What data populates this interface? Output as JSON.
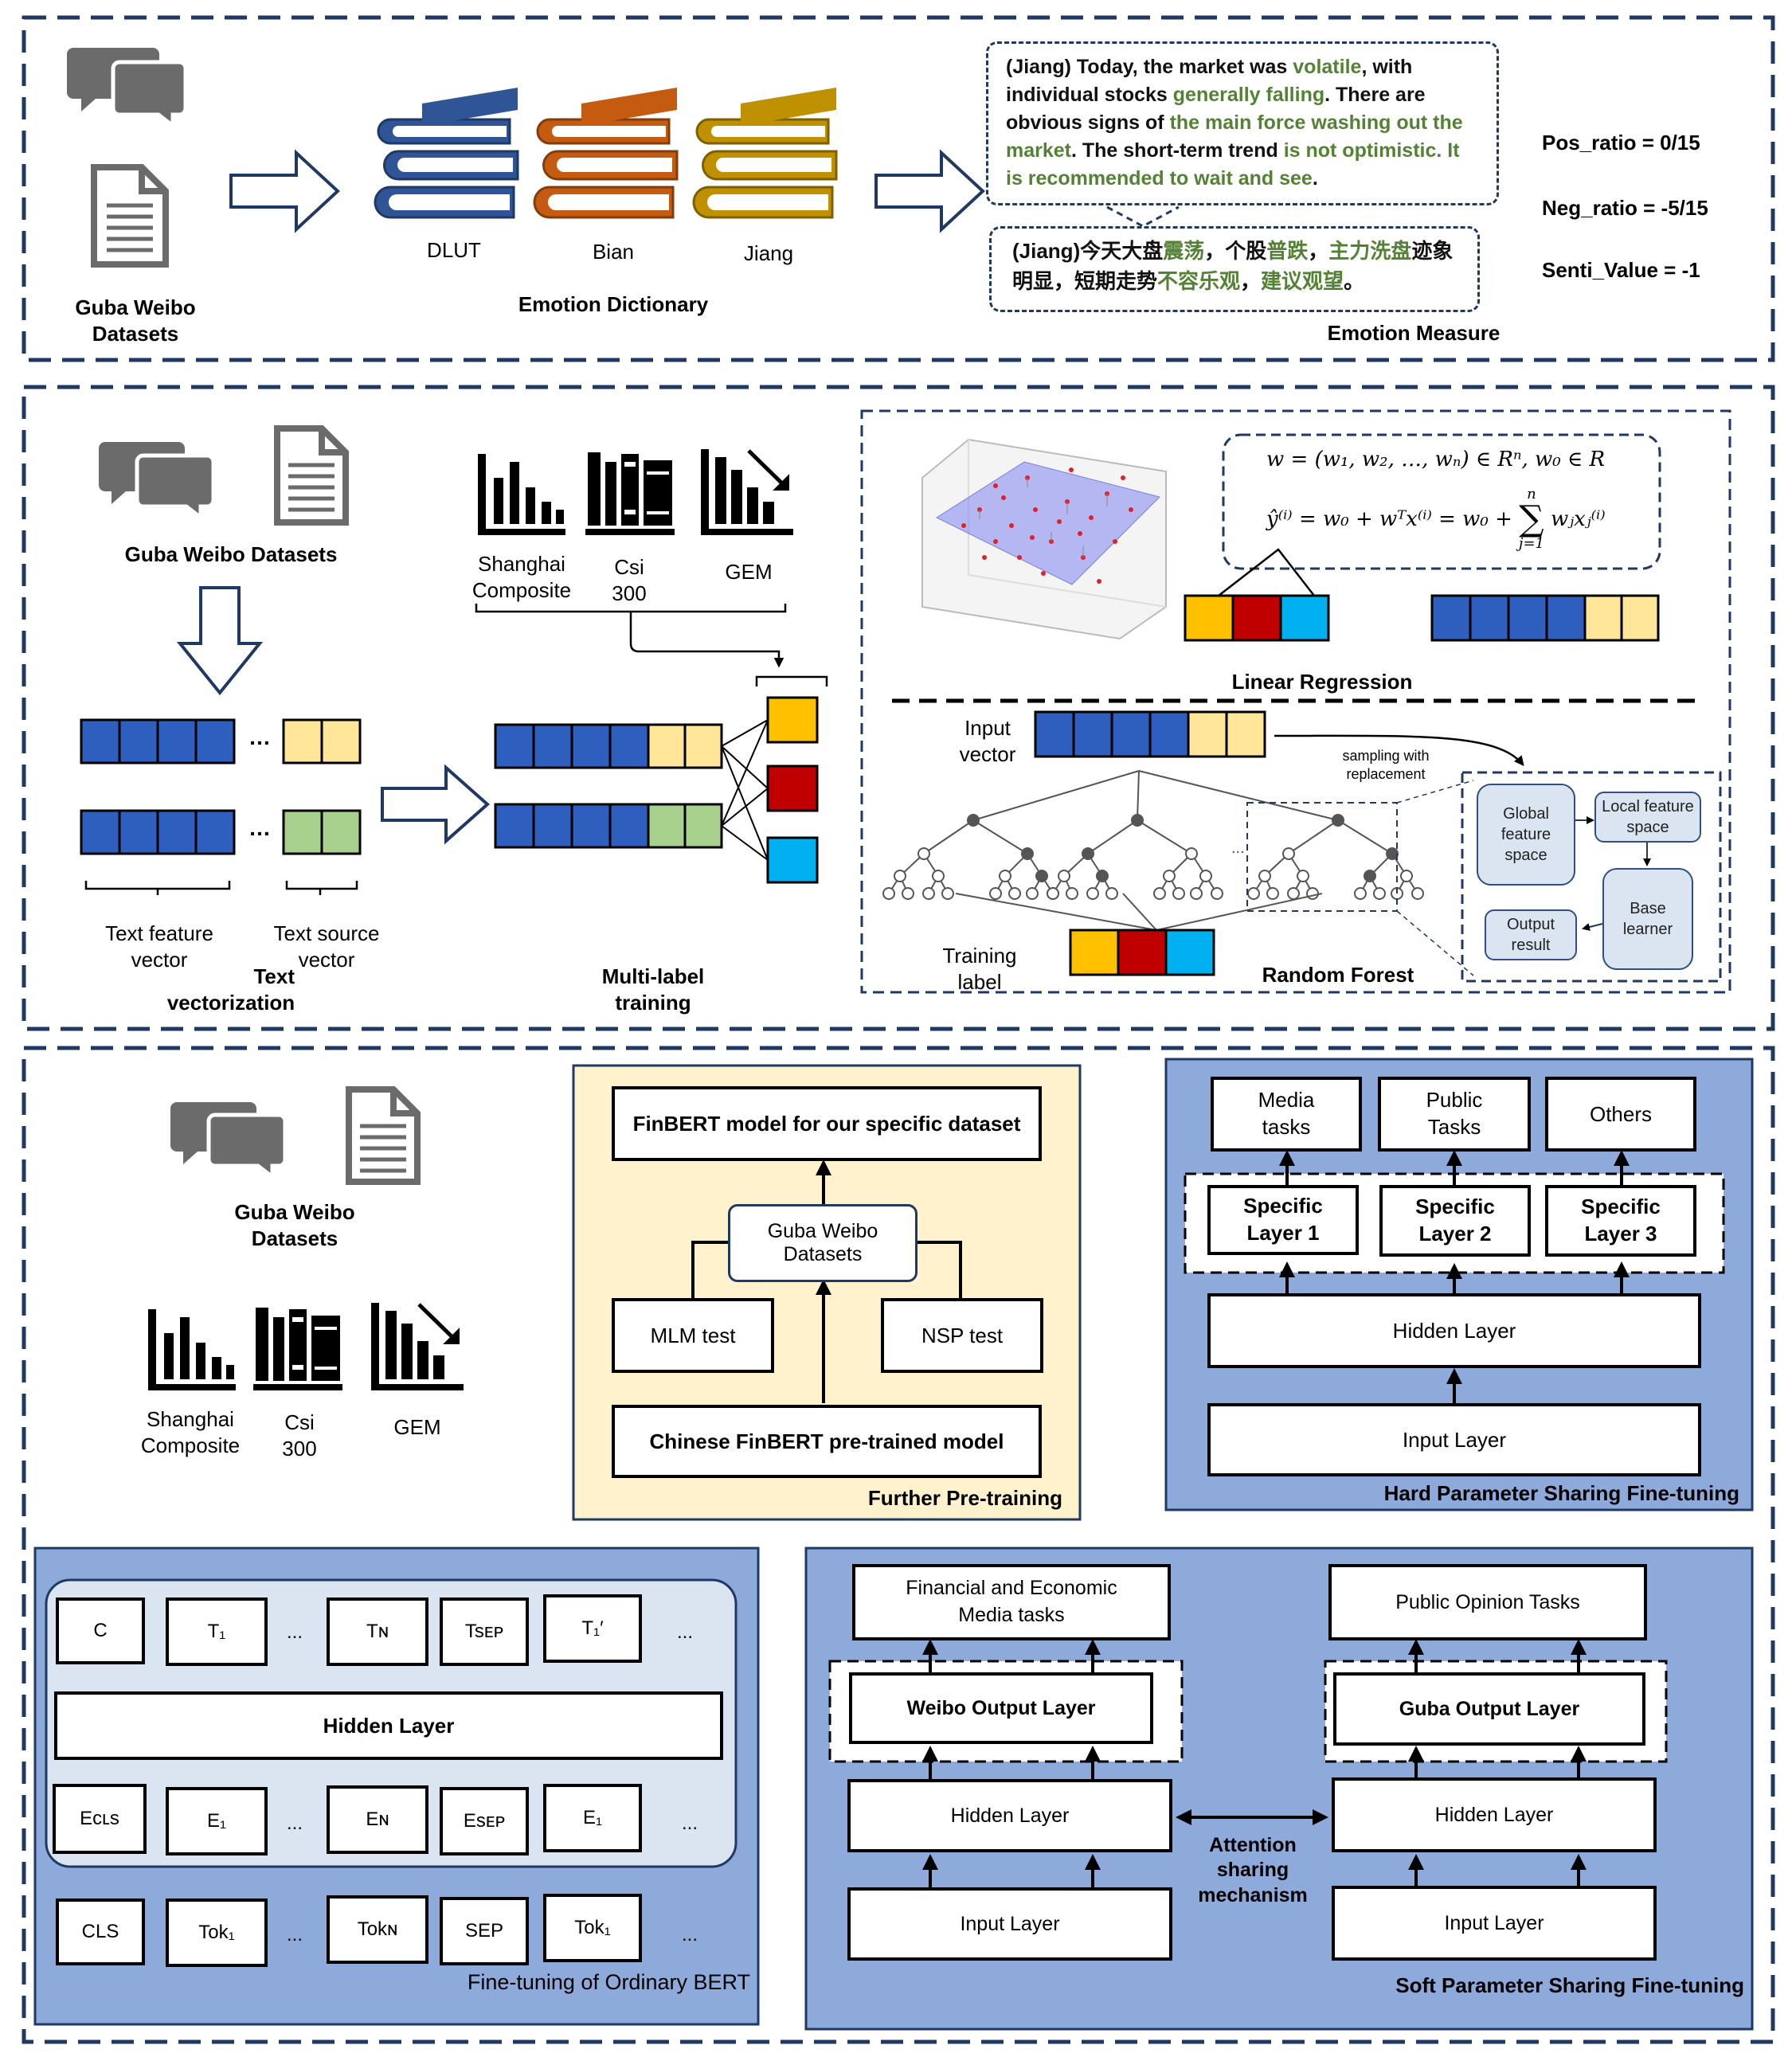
{
  "colors": {
    "frame": "#1f3864",
    "blue_cell": "#2e5fbf",
    "yellow_cell": "#ffe699",
    "green_cell": "#a9d18e",
    "orange_label": "#ffc000",
    "red_label": "#c00000",
    "cyan_label": "#00b0f0",
    "panel_blue": "#8eaadb",
    "panel_yellow": "#fff2cc",
    "accent_green": "#548235"
  },
  "section1": {
    "datasets_label_line1": "Guba Weibo",
    "datasets_label_line2": "Datasets",
    "dict_names": [
      "DLUT",
      "Bian",
      "Jiang"
    ],
    "dict_title": "Emotion Dictionary",
    "english_quote": {
      "p1": "(Jiang) Today, the market was ",
      "g1": "volatile",
      "p2": ", with individual stocks ",
      "g2": "generally falling",
      "p3": ". There are obvious signs of ",
      "g3": "the main force washing out the market",
      "p4": ". The short-term trend ",
      "g4": "is not optimistic. It is recommended to wait and see",
      "p5": "."
    },
    "chinese_quote": {
      "p1": "(Jiang)今天大盘",
      "g1": "震荡",
      "p2": "，个股",
      "g2": "普跌",
      "p3": "，",
      "g3": "主力洗盘",
      "p4": "迹象明显，短期走势",
      "g4": "不容乐观",
      "p5": "，",
      "g5": "建议观望",
      "p6": "。"
    },
    "measure_title": "Emotion Measure",
    "pos_ratio": "Pos_ratio = 0/15",
    "neg_ratio": "Neg_ratio = -5/15",
    "senti_value": "Senti_Value = -1"
  },
  "section2": {
    "datasets_label": "Guba Weibo Datasets",
    "index_labels": [
      {
        "l1": "Shanghai",
        "l2": "Composite"
      },
      {
        "l1": "Csi",
        "l2": "300"
      },
      {
        "l1": "GEM",
        "l2": ""
      }
    ],
    "ellipsis": "…",
    "text_feature_l1": "Text feature",
    "text_feature_l2": "vector",
    "text_source_l1": "Text source",
    "text_source_l2": "vector",
    "text_vectorization_l1": "Text",
    "text_vectorization_l2": "vectorization",
    "multilabel_l1": "Multi-label",
    "multilabel_l2": "training",
    "formula_line1": "w = (w₁, w₂, …, wₙ) ∈ Rⁿ, w₀ ∈ R",
    "formula_line2_lhs": "ŷ⁽ⁱ⁾ = w₀ + wᵀx⁽ⁱ⁾ = w₀ +",
    "formula_sum_top": "n",
    "formula_sum_bottom": "j=1",
    "formula_sum_term": "wⱼxⱼ⁽ⁱ⁾",
    "linear_regression": "Linear Regression",
    "input_vector_l1": "Input",
    "input_vector_l2": "vector",
    "sampling_l1": "sampling with",
    "sampling_l2": "replacement",
    "training_label_l1": "Training",
    "training_label_l2": "label",
    "random_forest": "Random Forest",
    "rf_boxes": {
      "global": "Global feature space",
      "local": "Local feature space",
      "base": "Base learner",
      "output": "Output result"
    },
    "tree_ellipsis": "..."
  },
  "section3": {
    "datasets_label_line1": "Guba Weibo",
    "datasets_label_line2": "Datasets",
    "index_labels": [
      {
        "l1": "Shanghai",
        "l2": "Composite"
      },
      {
        "l1": "Csi",
        "l2": "300"
      },
      {
        "l1": "GEM",
        "l2": ""
      }
    ],
    "further": {
      "top": "FinBERT model for our specific dataset",
      "datasets": "Guba Weibo Datasets",
      "mlm": "MLM test",
      "nsp": "NSP test",
      "bottom": "Chinese FinBERT pre-trained model",
      "title": "Further Pre-training"
    },
    "hard": {
      "tasks": [
        "Media tasks",
        "Public Tasks",
        "Others"
      ],
      "specific": [
        "Specific Layer 1",
        "Specific Layer 2",
        "Specific Layer 3"
      ],
      "hidden": "Hidden Layer",
      "input": "Input Layer",
      "title": "Hard Parameter Sharing Fine-tuning"
    },
    "bert": {
      "top_tokens": [
        "C",
        "T₁",
        "…",
        "Tₙ",
        "Tₛₑₚ",
        "T₁′",
        "…"
      ],
      "top_tokens_display": [
        "C",
        "T₁",
        "...",
        "Tɴ",
        "Tsᴇᴘ",
        "T₁′",
        "..."
      ],
      "hidden": "Hidden Layer",
      "emb_tokens": [
        "Eᴄʟs",
        "E₁",
        "...",
        "Eɴ",
        "Esᴇᴘ",
        "E₁",
        "..."
      ],
      "input_tokens": [
        "CLS",
        "Tok₁",
        "...",
        "Tokɴ",
        "SEP",
        "Tok₁",
        "..."
      ],
      "title": "Fine-tuning of Ordinary BERT"
    },
    "soft": {
      "left_task": "Financial and Economic Media tasks",
      "right_task": "Public Opinion Tasks",
      "left_output": "Weibo Output Layer",
      "right_output": "Guba Output Layer",
      "hidden": "Hidden Layer",
      "input": "Input Layer",
      "attention": "Attention sharing mechanism",
      "title": "Soft Parameter Sharing Fine-tuning"
    }
  }
}
